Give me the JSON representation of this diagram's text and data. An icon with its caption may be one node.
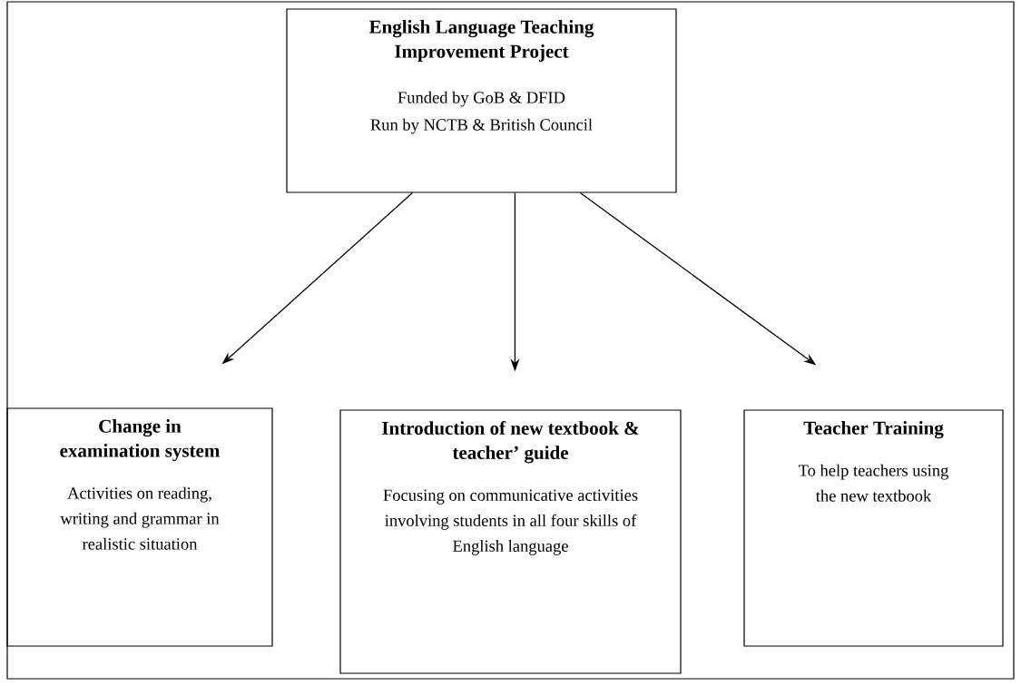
{
  "diagram": {
    "nodes": [
      {
        "text": [
          "English Language Teaching Improvement Project",
          "Funded by GoB & DFID",
          "Run by NCTB & British Council"
        ]
      },
      {
        "text": [
          "Change in examination system",
          "Activities on reading, writing and grammar in realistic situation"
        ]
      },
      {
        "text": [
          "Introduction of new textbook & teacher’ guide",
          "Focusing on communicative activities involving students in all four skills of English language"
        ]
      },
      {
        "text": [
          "Teacher Training",
          "To help teachers using the new textbook"
        ]
      }
    ],
    "edges": [
      {
        "from": 0,
        "to": 1,
        "arrow": "to"
      },
      {
        "from": 0,
        "to": 2,
        "arrow": "to"
      },
      {
        "from": 0,
        "to": 3,
        "arrow": "to"
      }
    ]
  }
}
